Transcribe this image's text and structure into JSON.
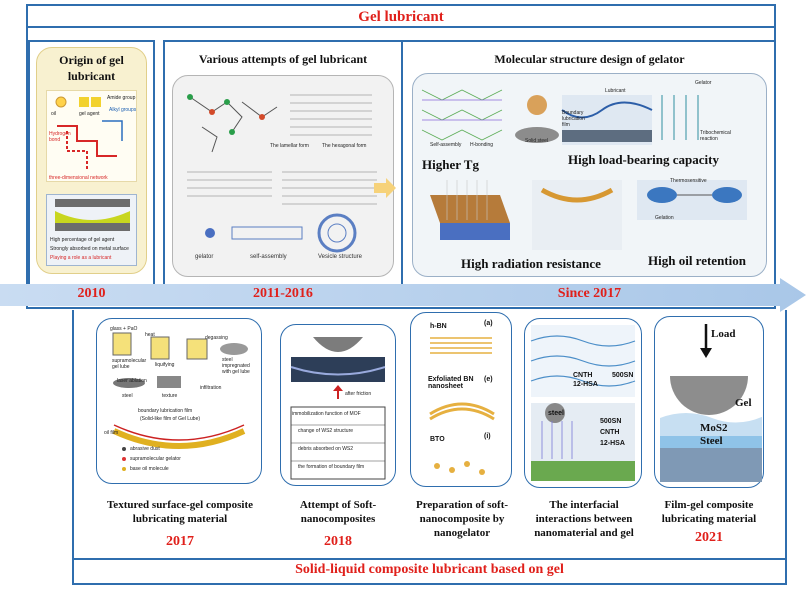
{
  "top_title": "Gel lubricant",
  "bottom_title": "Solid-liquid composite lubricant based on gel",
  "timeline": {
    "y2010": "2010",
    "y2011": "2011-2016",
    "since": "Since 2017"
  },
  "origin": {
    "title": "Origin of gel lubricant",
    "diagram_labels": [
      "oil",
      "gel agent",
      "Amide group",
      "Alkyl groups",
      "Hydrogen bond",
      "three-dimensional network"
    ],
    "legend": [
      "High percentage of gel agent",
      "Strongly absorbed on metal surface",
      "Playing a role as a lubricant"
    ]
  },
  "various": {
    "title": "Various attempts of gel lubricant",
    "labels": [
      "gelator",
      "self-assembly",
      "Vesicle structure",
      "The lamellar form",
      "The hexagonal form"
    ]
  },
  "molecular": {
    "title": "Molecular structure design of gelator",
    "panels": [
      "Higher Tg",
      "High load-bearing capacity",
      "High radiation resistance",
      "High oil retention"
    ],
    "small_labels": [
      "Self-assembly",
      "H-bonding",
      "Boundary lubrication film",
      "Gelator",
      "Lubricant",
      "Solid steel",
      "Tribochemical reaction",
      "Gelation",
      "Thermosensitive"
    ]
  },
  "bottom": [
    {
      "caption": "Textured surface-gel composite lubricating material",
      "year": "2017",
      "labels": [
        "glass + PaO",
        "supramolecular gel lube",
        "heat",
        "liquifying",
        "laser ablation",
        "steel",
        "texture",
        "degassing",
        "infiltration",
        "steel impregnated with gel lube",
        "boundary lubrication film",
        "(Solid-like film of Gel Lube)",
        "oil film"
      ],
      "legend": [
        "abrasive dust",
        "supramolecular gelator",
        "base oil molecule"
      ]
    },
    {
      "caption": "Attempt of Soft-nanocomposites",
      "year": "2018",
      "labels": [
        "after friction",
        "immobilization function of MOF",
        "change of WS2 structure",
        "debris absorbed on WS2",
        "the formation of boundary film"
      ]
    },
    {
      "caption": "Preparation of soft-nanocomposite by nanogelator",
      "year": "",
      "labels": [
        "h-BN",
        "(a)",
        "Exfoliated BN nanosheet",
        "(e)",
        "BTO",
        "(i)"
      ]
    },
    {
      "caption": "The interfacial interactions between nanomaterial and gel",
      "year": "",
      "labels": [
        "CNTH",
        "500SN",
        "12-HSA",
        "steel",
        "500SN",
        "CNTH",
        "12-HSA"
      ]
    },
    {
      "caption": "Film-gel composite lubricating material",
      "year": "2021",
      "labels": [
        "Load",
        "Gel",
        "MoS2",
        "Steel"
      ]
    }
  ],
  "colors": {
    "frame": "#2f6eae",
    "red": "#e0201b",
    "arrow": "#a9c7e8",
    "cream": "#f8f1d0"
  }
}
